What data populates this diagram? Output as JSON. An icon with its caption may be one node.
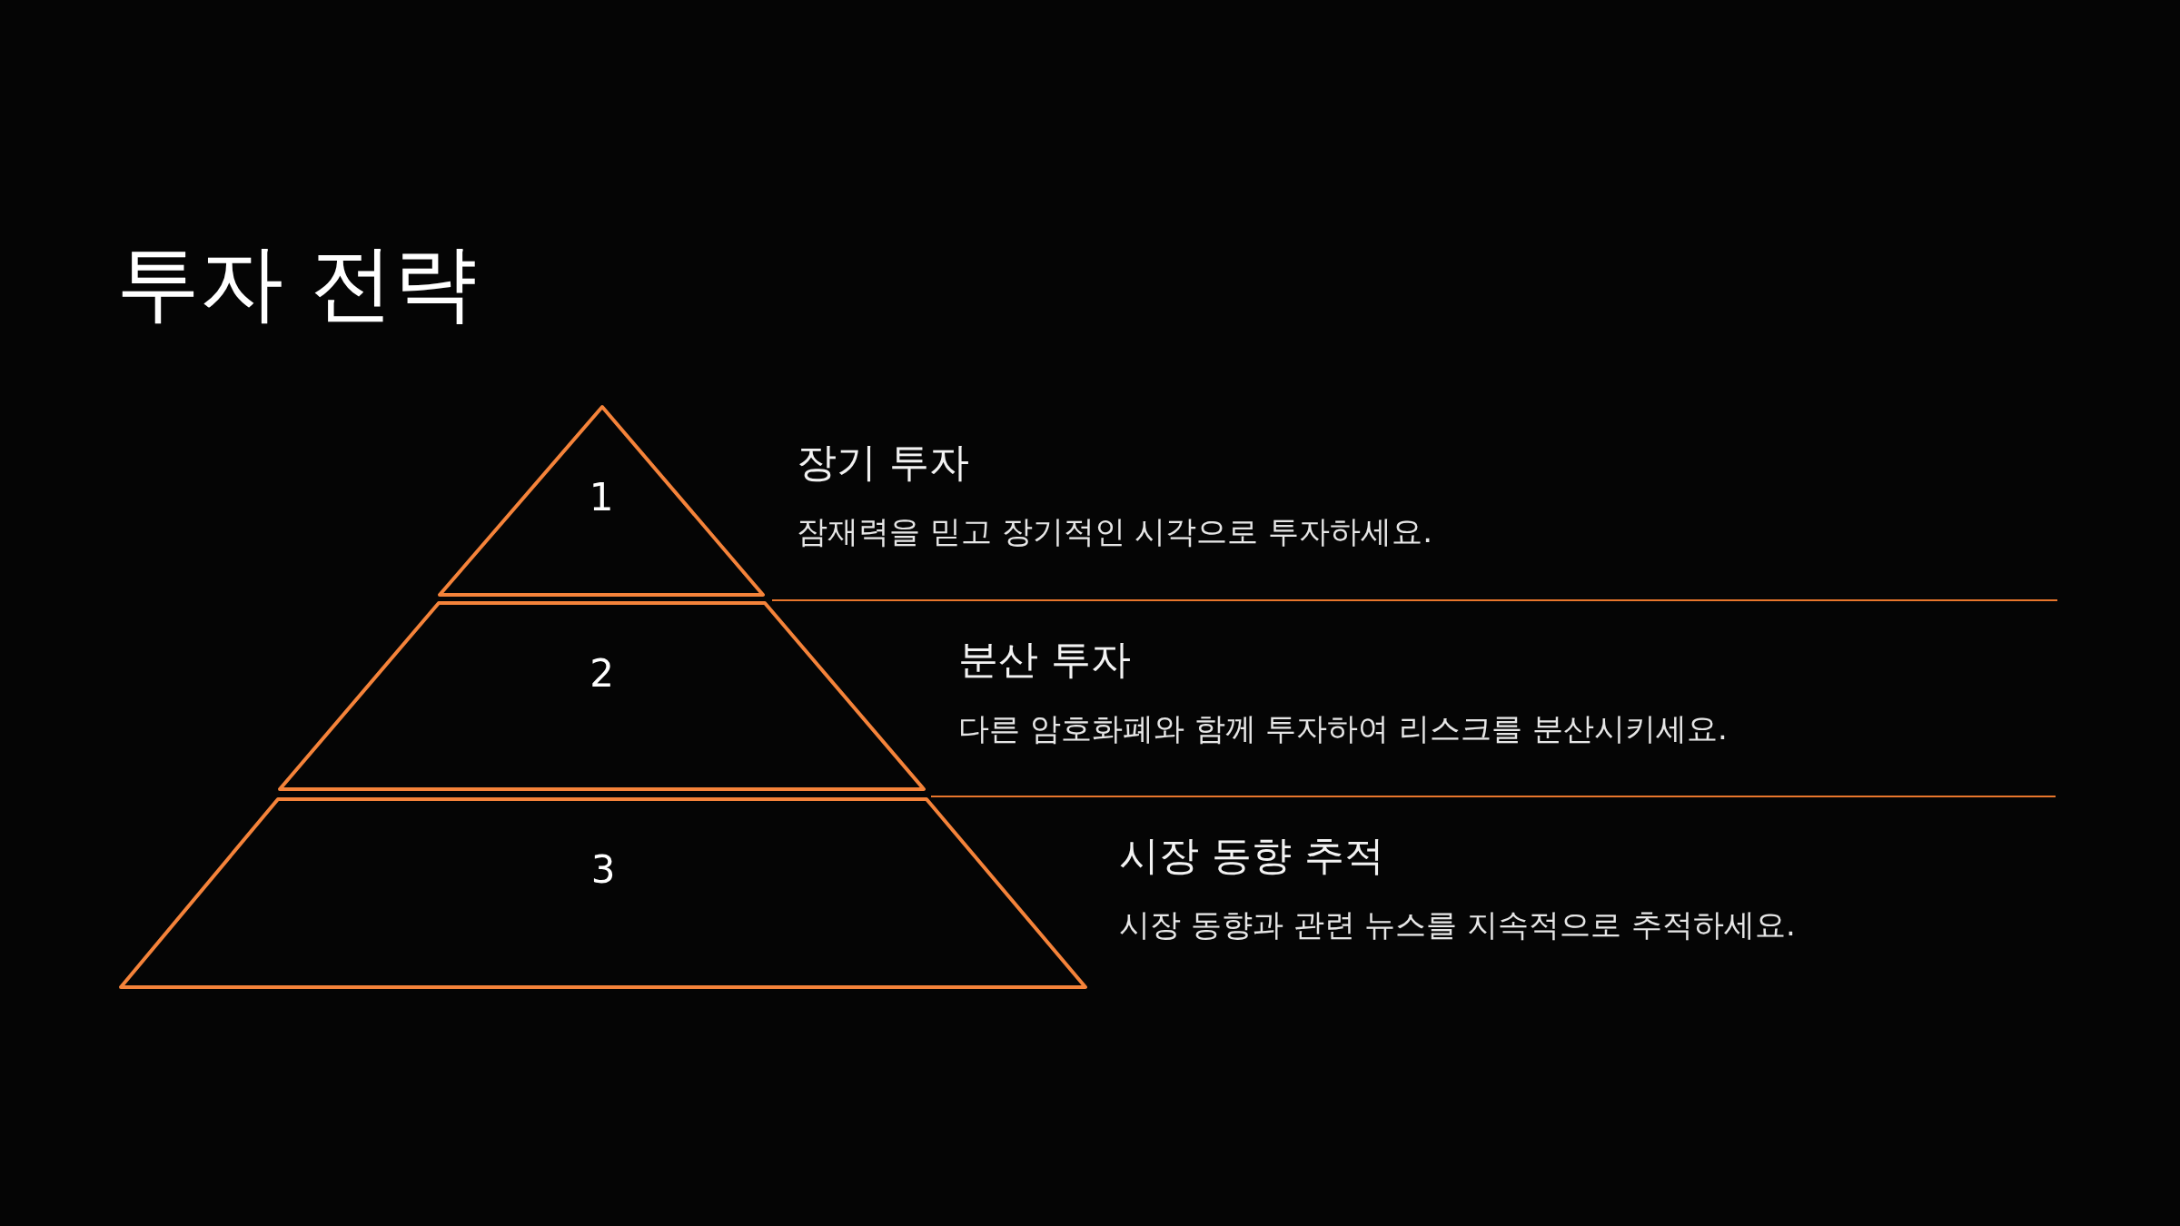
{
  "diagram": {
    "title": "투자 전략",
    "nodes": [
      {
        "text": [
          "1"
        ],
        "beside": [
          "장기 투자",
          "잠재력을 믿고 장기적인 시각으로 투자하세요."
        ]
      },
      {
        "text": [
          "2"
        ],
        "beside": [
          "분산 투자",
          "다른 암호화폐와 함께 투자하여 리스크를 분산시키세요."
        ]
      },
      {
        "text": [
          "3"
        ],
        "beside": [
          "시장 동향 추적",
          "시장 동향과 관련 뉴스를 지속적으로 추적하세요."
        ]
      }
    ]
  }
}
